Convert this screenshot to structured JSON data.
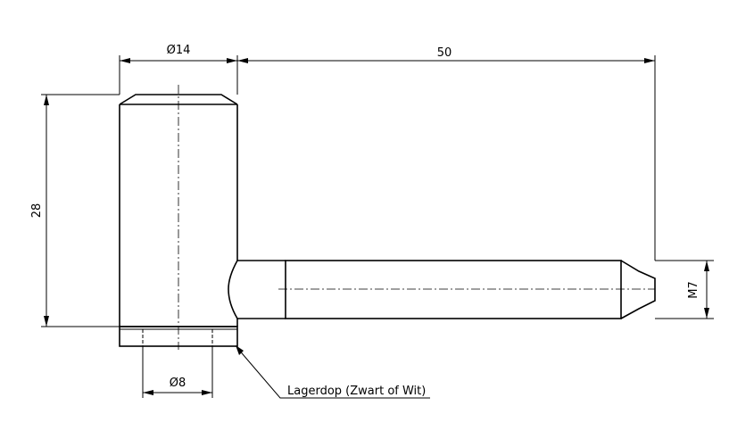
{
  "dimensions": {
    "top_diameter": "Ø14",
    "length": "50",
    "height": "28",
    "thread": "M7",
    "bottom_diameter": "Ø8"
  },
  "callout": {
    "label": "Lagerdop (Zwart of Wit)"
  }
}
